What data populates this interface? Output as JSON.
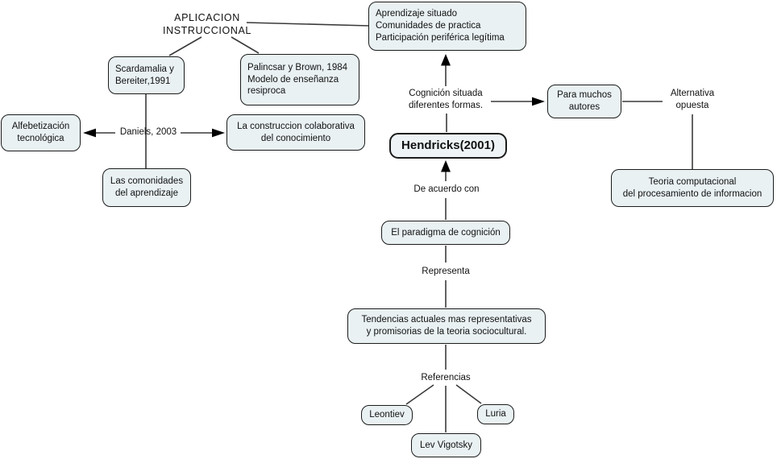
{
  "diagram": {
    "title": "Concept map - El paradigma de cognición (teoria sociocultural)",
    "colors": {
      "background": "#ffffff",
      "node_fill": "#e9f1f3",
      "node_border": "#1c1c1c",
      "line": "#3a3a3a",
      "arrowhead": "#000000",
      "text": "#111111"
    },
    "nodes": {
      "aprendizaje": {
        "text": "Aprendizaje situado\nComunidades de practica\nParticipación periférica legítima"
      },
      "scardamalia": {
        "text": "Scardamalia y\nBereiter,1991"
      },
      "palincsar": {
        "text": "Palincsar y Brown, 1984\nModelo de enseñanza\nresiproca"
      },
      "alfebetizacion": {
        "text": "Alfebetización\ntecnológica"
      },
      "construccion": {
        "text": "La construccion colaborativa\ndel conocimiento"
      },
      "comonidades": {
        "text": "Las comonidades\ndel aprendizaje"
      },
      "para_muchos": {
        "text": "Para muchos\nautores"
      },
      "teoria_computacional": {
        "text": "Teoria computacional\ndel procesamiento de informacion"
      },
      "hendricks": {
        "text": "Hendricks(2001)"
      },
      "paradigma": {
        "text": "El paradigma de cognición"
      },
      "tendencias": {
        "text": "Tendencias actuales mas representativas\ny promisorias de la teoria sociocultural."
      },
      "leontiev": {
        "text": "Leontiev"
      },
      "luria": {
        "text": "Luria"
      },
      "vigotsky": {
        "text": "Lev Vigotsky"
      }
    },
    "labels": {
      "aplicacion": "APLICACION\nINSTRUCCIONAL",
      "daniels": "Daniels, 2003",
      "cognicion": "Cognición situada\ndiferentes formas.",
      "alternativa": "Alternativa\nopuesta",
      "de_acuerdo": "De acuerdo con",
      "representa": "Representa",
      "referencias": "Referencias"
    }
  }
}
